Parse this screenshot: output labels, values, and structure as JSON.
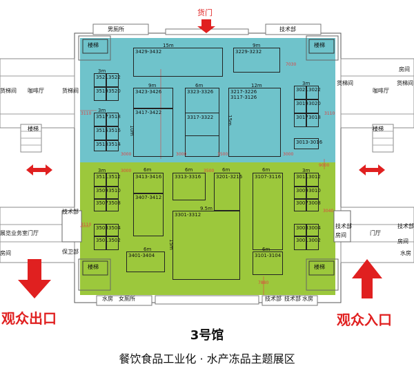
{
  "hall": {
    "title": "3号馆",
    "subtitle": "餐饮食品工业化 · 水产冻品主题展区"
  },
  "cargo_door": "货门",
  "exit_label": "观众出口",
  "entrance_label": "观众入口",
  "facilities": {
    "mens_restroom": "男厕所",
    "tech_top": "技术部",
    "stairs": "楼梯",
    "cargo_elevator": "货梯间",
    "cafe": "咖啡厅",
    "lobby": "门厅",
    "tech_side": "技术部",
    "security": "保卫部",
    "room": "房间",
    "water_room": "水房",
    "womens_restroom": "女厕所",
    "tech_bottom": "技术部",
    "stairs_left_mid": "楼梯",
    "stairs_right_mid": "楼梯",
    "lobby_right": "门厅",
    "tech_right": "技术部",
    "room_right": "房间",
    "room_left_bottom": "房间",
    "room_right_top": "房间",
    "water_room_right": "水房",
    "admin_office": "展览业务室"
  },
  "colors": {
    "upper_zone": "#6fc3cb",
    "lower_zone": "#9cc83c",
    "accent": "#e02020"
  },
  "booths": {
    "b3429": "3429-3432",
    "b3229": "3229-3232",
    "b3423": "3423-3426",
    "b3417": "3417-3422",
    "b3323": "3323-3326",
    "b3317": "3317-3322",
    "b3217": "3217-3226",
    "b3117": "3117-3126",
    "b3522": "3522",
    "b3521": "3521",
    "b3519": "3519",
    "b3520": "3520",
    "b3517": "3517",
    "b3518": "3518",
    "b3515": "3515",
    "b3516": "3516",
    "b3513": "3513",
    "b3514": "3514",
    "b3021": "3021",
    "b3022": "3022",
    "b3019": "3019",
    "b3020": "3020",
    "b3017": "3017",
    "b3018": "3018",
    "b3013": "3013-3016",
    "b3511": "3511",
    "b3512": "3512",
    "b3509": "3509",
    "b3510": "3510",
    "b3507": "3507",
    "b3508": "3508",
    "b3503": "3503",
    "b3504": "3504",
    "b3501": "3501",
    "b3502": "3502",
    "b3413": "3413-3416",
    "b3407": "3407-3412",
    "b3401": "3401-3404",
    "b3313": "3313-3316",
    "b3201": "3201-3216",
    "b3301": "3301-3312",
    "b3107": "3107-3116",
    "b3101": "3101-3104",
    "b3011": "3011",
    "b3012": "3012",
    "b3009": "3009",
    "b3010": "3010",
    "b3007": "3007",
    "b3008": "3008",
    "b3003": "3003",
    "b3004": "3004",
    "b3001": "3001",
    "b3002": "3002"
  },
  "dims": {
    "m15": "15m",
    "m9": "9m",
    "m12": "12m",
    "m6": "6m",
    "m3": "3m",
    "m10": "10m",
    "m95": "9.5m"
  },
  "distances": {
    "d7030": "7030",
    "d3110": "3110",
    "d3000": "3000",
    "d3500": "3500",
    "d9000": "9000",
    "d3040": "3040",
    "d7880": "7880"
  }
}
